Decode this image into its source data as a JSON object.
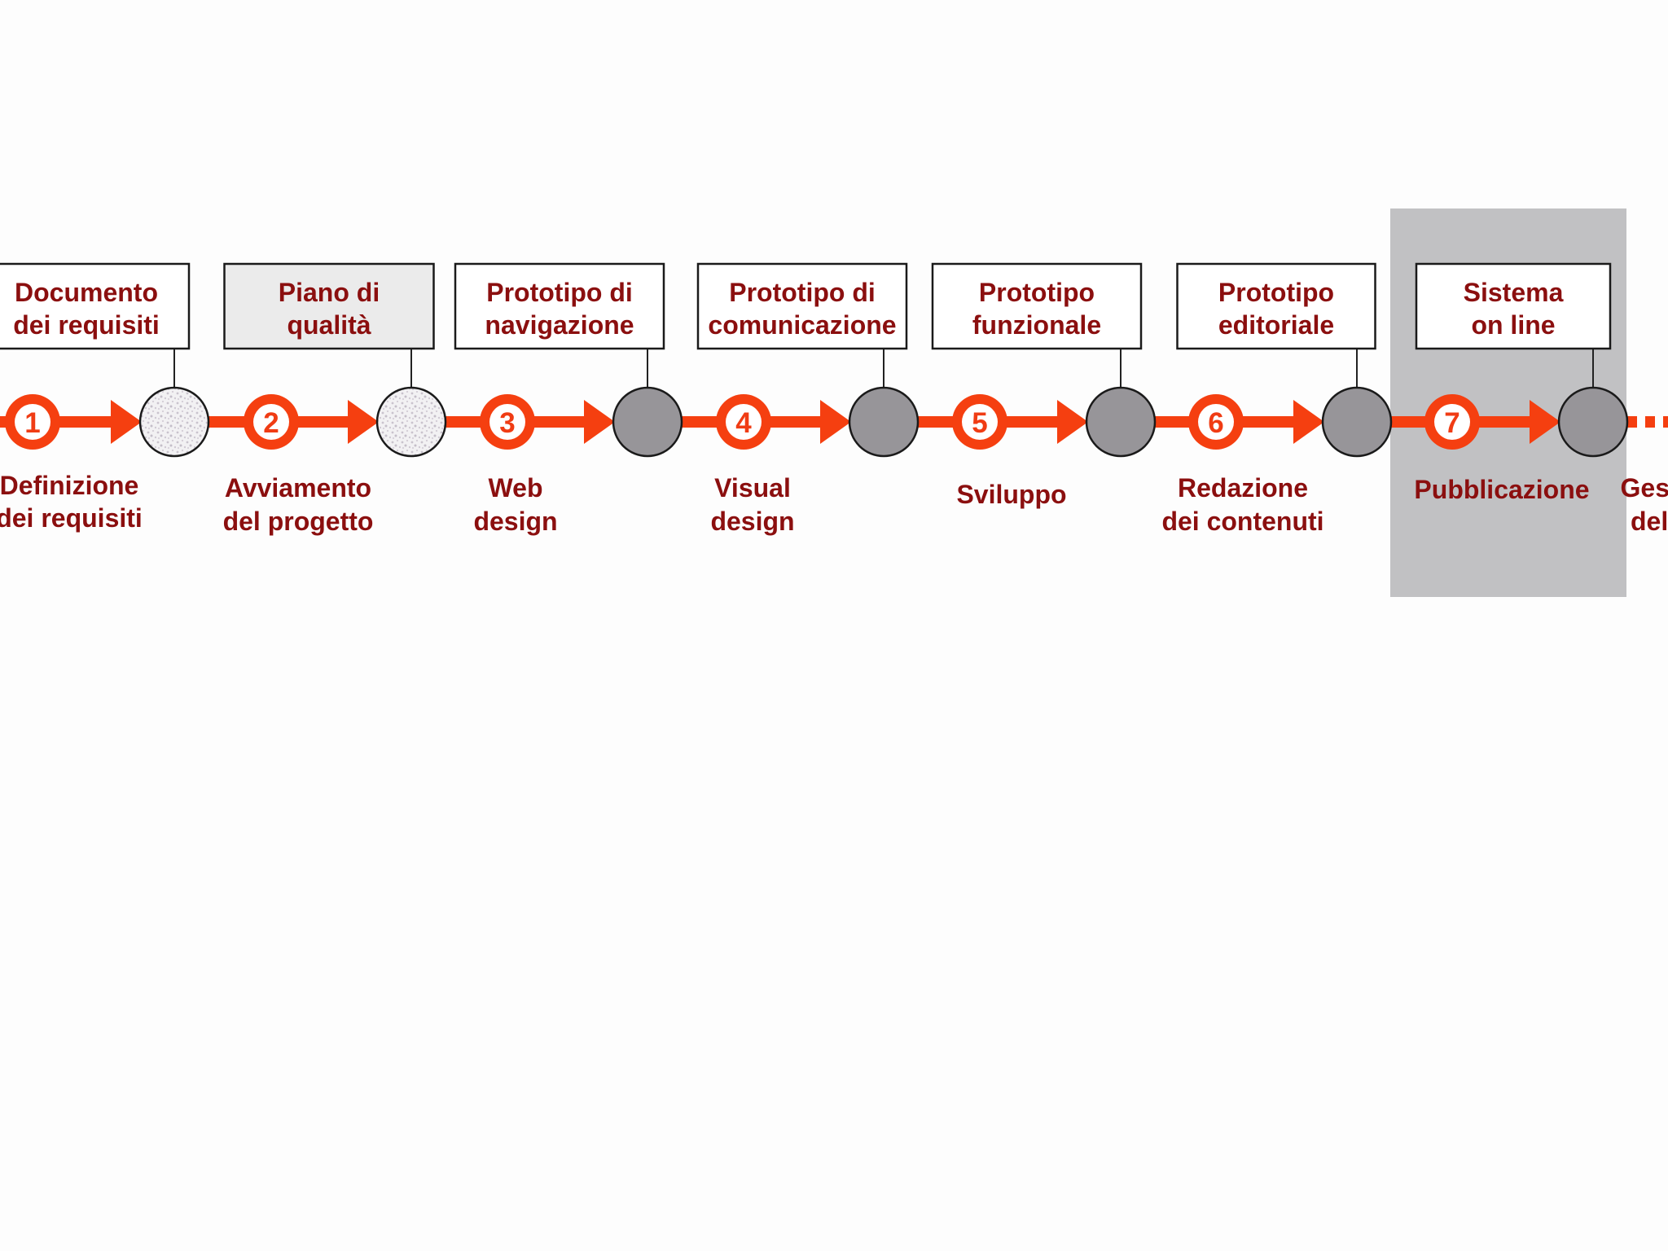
{
  "colors": {
    "accent": "#f53f10",
    "text": "#8b0f0f",
    "milestone_gray": "#979599",
    "milestone_light": "#ececee",
    "highlight": "#c1c1c3",
    "box_fill_shaded": "#ebebeb"
  },
  "steps": [
    {
      "number": "1",
      "label": [
        "Definizione",
        "dei requisiti"
      ]
    },
    {
      "number": "2",
      "label": [
        "Avviamento",
        "del progetto"
      ]
    },
    {
      "number": "3",
      "label": [
        "Web",
        "design"
      ]
    },
    {
      "number": "4",
      "label": [
        "Visual",
        "design"
      ]
    },
    {
      "number": "5",
      "label": [
        "Sviluppo"
      ]
    },
    {
      "number": "6",
      "label": [
        "Redazione",
        "dei contenuti"
      ]
    },
    {
      "number": "7",
      "label": [
        "Pubblicazione"
      ],
      "highlighted": true
    },
    {
      "label": [
        "Gestione",
        "del sito"
      ]
    }
  ],
  "deliverables": [
    {
      "label": [
        "Documento",
        "dei requisiti"
      ],
      "milestone": "light"
    },
    {
      "label": [
        "Piano di",
        "qualità"
      ],
      "milestone": "light",
      "shaded": true
    },
    {
      "label": [
        "Prototipo di",
        "navigazione"
      ],
      "milestone": "gray"
    },
    {
      "label": [
        "Prototipo di",
        "comunicazione"
      ],
      "milestone": "gray"
    },
    {
      "label": [
        "Prototipo",
        "funzionale"
      ],
      "milestone": "gray"
    },
    {
      "label": [
        "Prototipo",
        "editoriale"
      ],
      "milestone": "gray"
    },
    {
      "label": [
        "Sistema",
        "on line"
      ],
      "milestone": "gray"
    }
  ]
}
